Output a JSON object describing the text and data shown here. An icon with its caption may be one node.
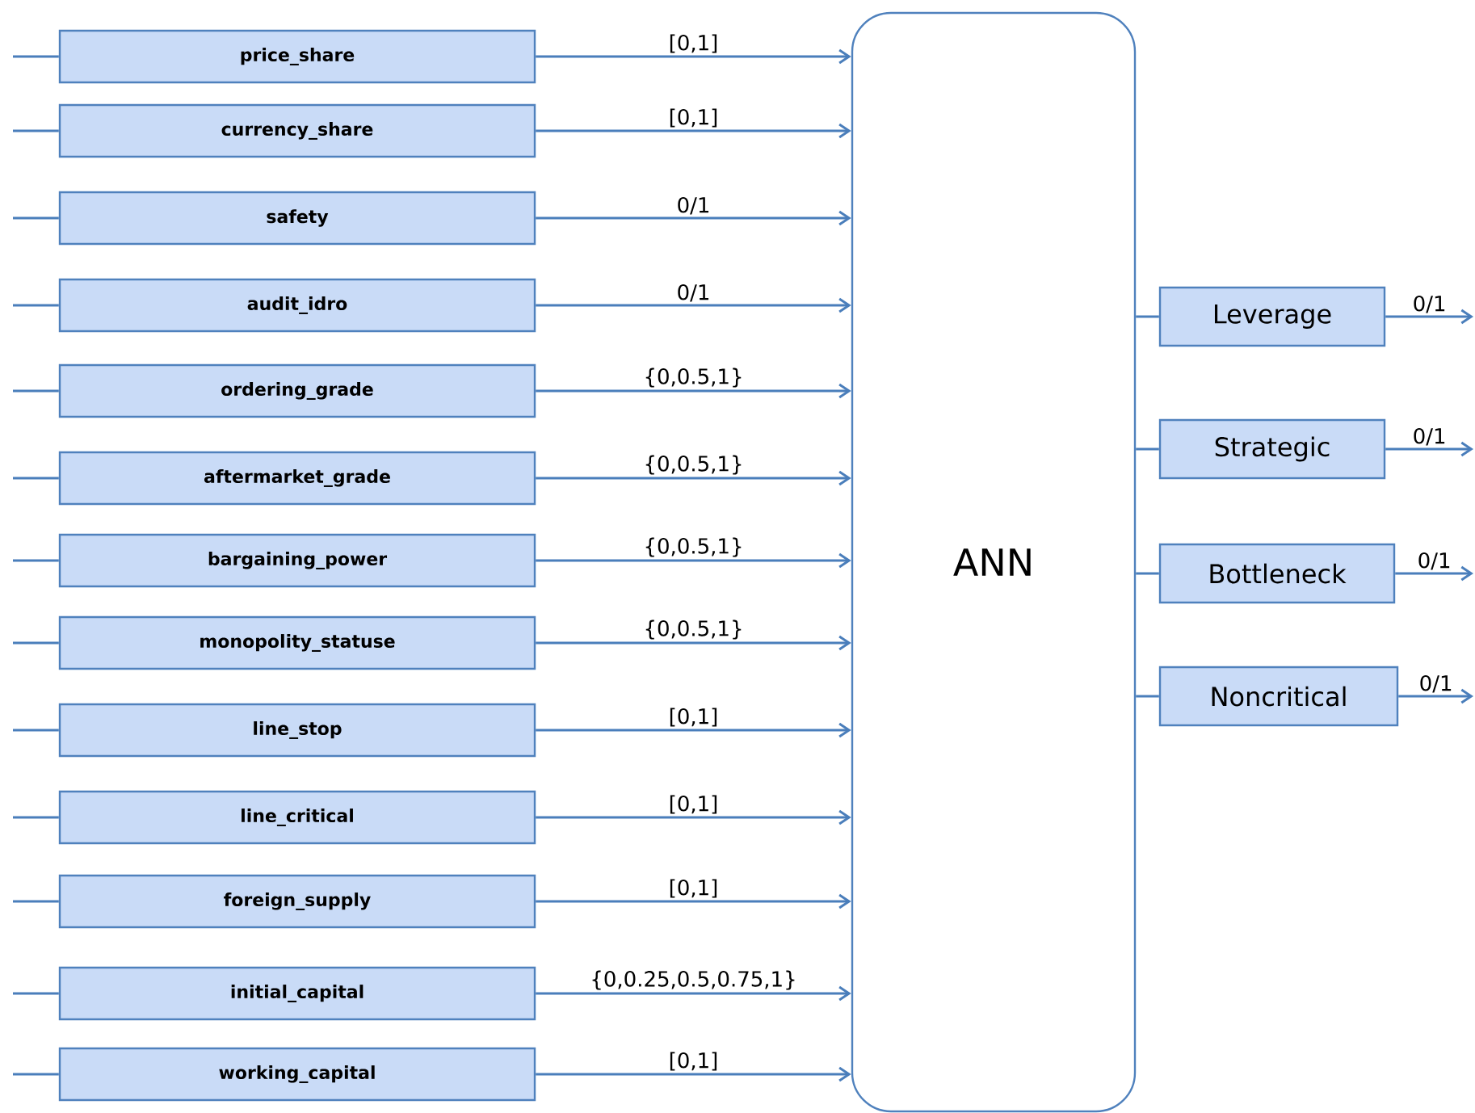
{
  "diagram": {
    "nodes": [
      {
        "text": [
          "price_share"
        ]
      },
      {
        "text": [
          "currency_share"
        ]
      },
      {
        "text": [
          "safety"
        ]
      },
      {
        "text": [
          "audit_idro"
        ]
      },
      {
        "text": [
          "ordering_grade"
        ]
      },
      {
        "text": [
          "aftermarket_grade"
        ]
      },
      {
        "text": [
          "bargaining_power"
        ]
      },
      {
        "text": [
          "monopolity_statuse"
        ]
      },
      {
        "text": [
          "line_stop"
        ]
      },
      {
        "text": [
          "line_critical"
        ]
      },
      {
        "text": [
          "foreign_supply"
        ]
      },
      {
        "text": [
          "initial_capital"
        ]
      },
      {
        "text": [
          "working_capital"
        ]
      },
      {
        "text": [
          "ANN"
        ]
      },
      {
        "text": [
          "Leverage"
        ]
      },
      {
        "text": [
          "Strategic"
        ]
      },
      {
        "text": [
          "Bottleneck"
        ]
      },
      {
        "text": [
          "Noncritical"
        ]
      }
    ],
    "edges": [
      {
        "from": null,
        "to": 0,
        "arrow": "none"
      },
      {
        "from": null,
        "to": 1,
        "arrow": "none"
      },
      {
        "from": null,
        "to": 2,
        "arrow": "none"
      },
      {
        "from": null,
        "to": 3,
        "arrow": "none"
      },
      {
        "from": null,
        "to": 4,
        "arrow": "none"
      },
      {
        "from": null,
        "to": 5,
        "arrow": "none"
      },
      {
        "from": null,
        "to": 6,
        "arrow": "none"
      },
      {
        "from": null,
        "to": 7,
        "arrow": "none"
      },
      {
        "from": null,
        "to": 8,
        "arrow": "none"
      },
      {
        "from": null,
        "to": 9,
        "arrow": "none"
      },
      {
        "from": null,
        "to": 10,
        "arrow": "none"
      },
      {
        "from": null,
        "to": 11,
        "arrow": "none"
      },
      {
        "from": null,
        "to": 12,
        "arrow": "none"
      },
      {
        "from": 0,
        "to": 13,
        "arrow": "to",
        "label": "[0,1]"
      },
      {
        "from": 1,
        "to": 13,
        "arrow": "to",
        "label": "[0,1]"
      },
      {
        "from": 2,
        "to": 13,
        "arrow": "to",
        "label": "0/1"
      },
      {
        "from": 3,
        "to": 13,
        "arrow": "to",
        "label": "0/1"
      },
      {
        "from": 4,
        "to": 13,
        "arrow": "to",
        "label": "{0,0.5,1}"
      },
      {
        "from": 5,
        "to": 13,
        "arrow": "to",
        "label": "{0,0.5,1}"
      },
      {
        "from": 6,
        "to": 13,
        "arrow": "to",
        "label": "{0,0.5,1}"
      },
      {
        "from": 7,
        "to": 13,
        "arrow": "to",
        "label": "{0,0.5,1}"
      },
      {
        "from": 8,
        "to": 13,
        "arrow": "to",
        "label": "[0,1]"
      },
      {
        "from": 9,
        "to": 13,
        "arrow": "to",
        "label": "[0,1]"
      },
      {
        "from": 10,
        "to": 13,
        "arrow": "to",
        "label": "[0,1]"
      },
      {
        "from": 11,
        "to": 13,
        "arrow": "to",
        "label": "{0,0.25,0.5,0.75,1}"
      },
      {
        "from": 12,
        "to": 13,
        "arrow": "to",
        "label": "[0,1]"
      },
      {
        "from": 13,
        "to": 14,
        "arrow": "none"
      },
      {
        "from": 13,
        "to": 15,
        "arrow": "none"
      },
      {
        "from": 13,
        "to": 16,
        "arrow": "none"
      },
      {
        "from": 13,
        "to": 17,
        "arrow": "none"
      },
      {
        "from": 14,
        "to": null,
        "arrow": "to",
        "label": "0/1"
      },
      {
        "from": 15,
        "to": null,
        "arrow": "to",
        "label": "0/1"
      },
      {
        "from": 16,
        "to": null,
        "arrow": "to",
        "label": "0/1"
      },
      {
        "from": 17,
        "to": null,
        "arrow": "to",
        "label": "0/1"
      }
    ]
  }
}
